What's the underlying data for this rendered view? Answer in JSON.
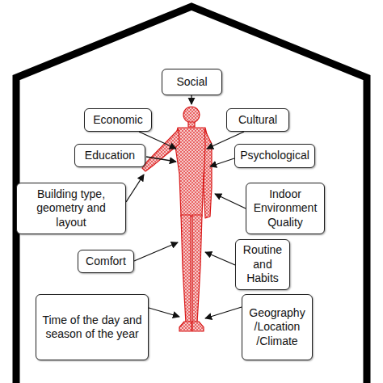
{
  "diagram": {
    "nodes": [
      {
        "text": [
          "Social"
        ]
      },
      {
        "text": [
          "Economic"
        ]
      },
      {
        "text": [
          "Cultural"
        ]
      },
      {
        "text": [
          "Education"
        ]
      },
      {
        "text": [
          "Psychological"
        ]
      },
      {
        "text": [
          "Building type, geometry and layout"
        ]
      },
      {
        "text": [
          "Indoor Environment Quality"
        ]
      },
      {
        "text": [
          "Comfort"
        ]
      },
      {
        "text": [
          "Routine and Habits"
        ]
      },
      {
        "text": [
          "Time of the day and season of the year"
        ]
      },
      {
        "text": [
          "Geography /Location /Climate"
        ]
      }
    ]
  }
}
